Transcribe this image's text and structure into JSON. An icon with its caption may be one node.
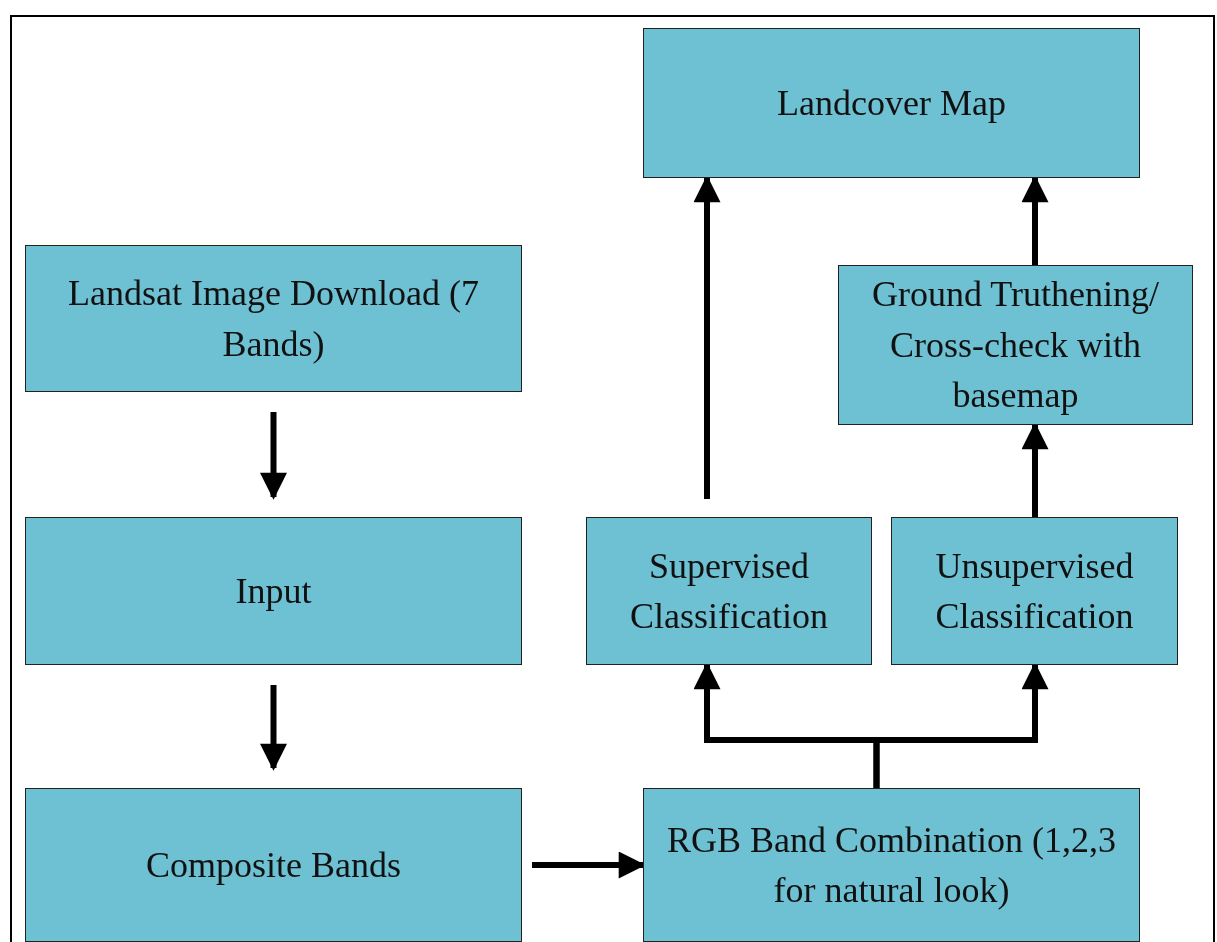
{
  "diagram": {
    "nodes": [
      {
        "text": [
          "Landcover Map"
        ]
      },
      {
        "text": [
          "Landsat Image Download (7 Bands)"
        ]
      },
      {
        "text": [
          "Ground Truthening/ Cross-check with basemap"
        ]
      },
      {
        "text": [
          "Input"
        ]
      },
      {
        "text": [
          "Supervised Classification"
        ]
      },
      {
        "text": [
          "Unsupervised Classification"
        ]
      },
      {
        "text": [
          "Composite Bands"
        ]
      },
      {
        "text": [
          "RGB Band Combination (1,2,3 for natural look)"
        ]
      }
    ],
    "edges": [
      {
        "from": 1,
        "to": 3,
        "arrow": "to"
      },
      {
        "from": 3,
        "to": 6,
        "arrow": "to"
      },
      {
        "from": 6,
        "to": 7,
        "arrow": "to"
      },
      {
        "from": 7,
        "to": 4,
        "arrow": "to"
      },
      {
        "from": 7,
        "to": 5,
        "arrow": "to"
      },
      {
        "from": 4,
        "to": 0,
        "arrow": "to"
      },
      {
        "from": 5,
        "to": 2,
        "arrow": "to"
      },
      {
        "from": 2,
        "to": 0,
        "arrow": "to"
      }
    ]
  }
}
